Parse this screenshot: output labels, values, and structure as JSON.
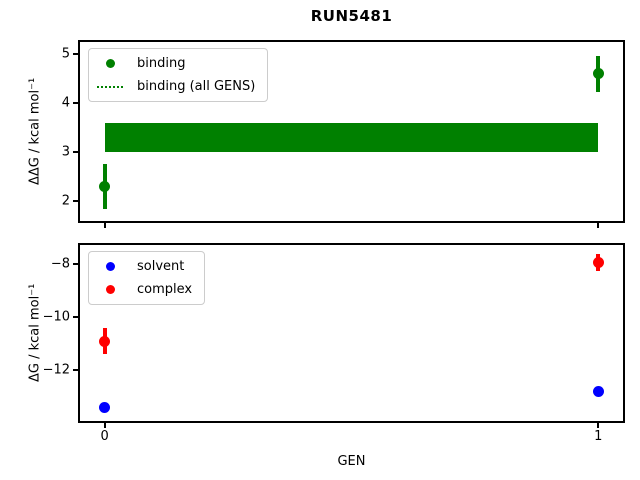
{
  "chart_data": [
    {
      "type": "scatter",
      "title": "RUN5481",
      "ylabel": "ΔΔG / kcal mol⁻¹",
      "xlim": [
        -0.05,
        1.05
      ],
      "ylim": [
        1.6,
        5.25
      ],
      "yticks": [
        2,
        3,
        4,
        5
      ],
      "xticks": [
        0,
        1
      ],
      "show_xticklabels": false,
      "grid": false,
      "legend_position": "upper left",
      "series": [
        {
          "name": "binding",
          "color": "#008000",
          "marker": "circle",
          "x": [
            0,
            1
          ],
          "y": [
            2.3,
            4.6
          ],
          "yerr": [
            0.46,
            0.37
          ]
        }
      ],
      "band": {
        "label": "binding (all GENS)",
        "color": "#008000",
        "x": [
          0,
          1
        ],
        "y_low": 3.0,
        "y_high": 3.6
      }
    },
    {
      "type": "scatter",
      "xlabel": "GEN",
      "ylabel": "ΔG / kcal mol⁻¹",
      "xlim": [
        -0.05,
        1.05
      ],
      "ylim": [
        -13.9,
        -7.3
      ],
      "yticks": [
        -8,
        -10,
        -12
      ],
      "xticks": [
        0,
        1
      ],
      "show_xticklabels": true,
      "grid": false,
      "legend_position": "upper left",
      "series": [
        {
          "name": "solvent",
          "color": "#0000ff",
          "marker": "circle",
          "x": [
            0,
            1
          ],
          "y": [
            -13.4,
            -12.8
          ],
          "yerr": [
            0.08,
            0.08
          ]
        },
        {
          "name": "complex",
          "color": "#ff0000",
          "marker": "circle",
          "x": [
            0,
            1
          ],
          "y": [
            -10.9,
            -7.95
          ],
          "yerr": [
            0.5,
            0.33
          ]
        }
      ]
    }
  ]
}
